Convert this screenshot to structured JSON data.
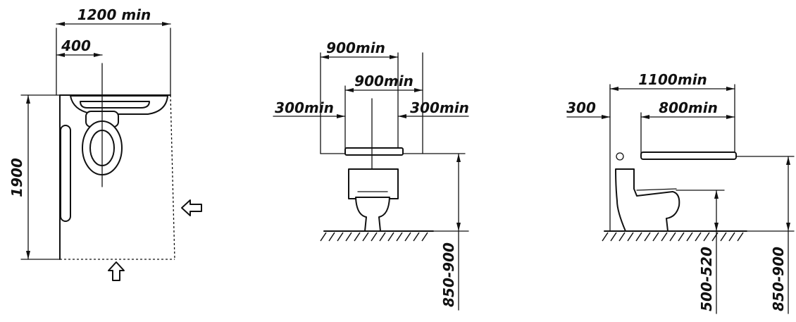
{
  "plan": {
    "width": "1200 min",
    "offset": "400",
    "depth": "1900"
  },
  "front": {
    "outer": "900min",
    "inner": "900min",
    "left": "300min",
    "right": "300min",
    "height": "850-900"
  },
  "side": {
    "outer": "1100min",
    "inner": "800min",
    "left": "300",
    "seat": "500-520",
    "height": "850-900"
  }
}
